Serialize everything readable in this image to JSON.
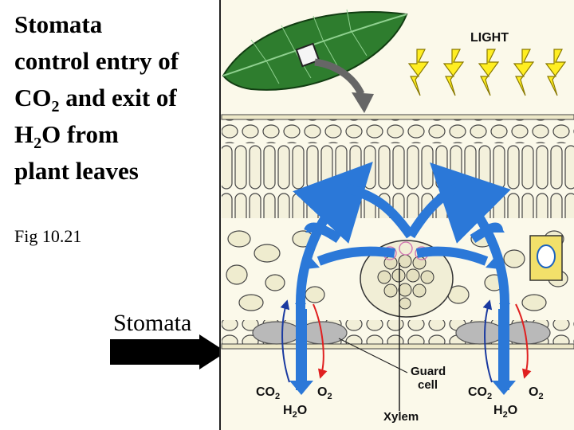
{
  "title": {
    "line1": "Stomata",
    "line2": "control entry of",
    "line3_a": "CO",
    "line3_sub": "2",
    "line3_b": " and exit of",
    "line4_a": "H",
    "line4_sub": "2",
    "line4_b": "O from",
    "line5": "plant leaves"
  },
  "figure_ref": "Fig 10.21",
  "stomata_label": "Stomata",
  "diagram": {
    "light": "LIGHT",
    "guard_cell_1": "Guard",
    "guard_cell_2": "cell",
    "xylem": "Xylem",
    "left_co2": "CO",
    "left_o2": "O",
    "left_h2o_a": "H",
    "left_h2o_b": "O",
    "right_co2": "CO",
    "right_o2": "O",
    "right_h2o_a": "H",
    "right_h2o_b": "O",
    "sub": "2"
  },
  "colors": {
    "leaf": "#2e7d2e",
    "tissue": "#f3f0dc",
    "cell_outline": "#333333",
    "flow_arrow": "#2b78d8",
    "light": "#ffee22",
    "red_arrow": "#e02020",
    "navy_arrow": "#1a3aa0"
  },
  "icons": [
    "leaf-icon",
    "light-ray-icon",
    "curved-arrow-icon",
    "black-arrow-icon"
  ]
}
